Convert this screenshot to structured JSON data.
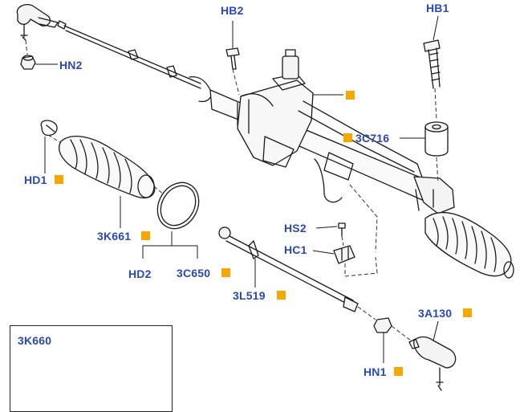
{
  "labels": {
    "hb2": "HB2",
    "hb1": "HB1",
    "hn2": "HN2",
    "c3716": "3C716",
    "hd1": "HD1",
    "k3661": "3K661",
    "hs2": "HS2",
    "hc1": "HC1",
    "hd2": "HD2",
    "c3650": "3C650",
    "l3519": "3L519",
    "a3130": "3A130",
    "hn1": "HN1",
    "k3660": "3K660"
  },
  "colors": {
    "label": "#2a48b8",
    "marker": "#f5a800",
    "line": "#1a1a1a"
  }
}
